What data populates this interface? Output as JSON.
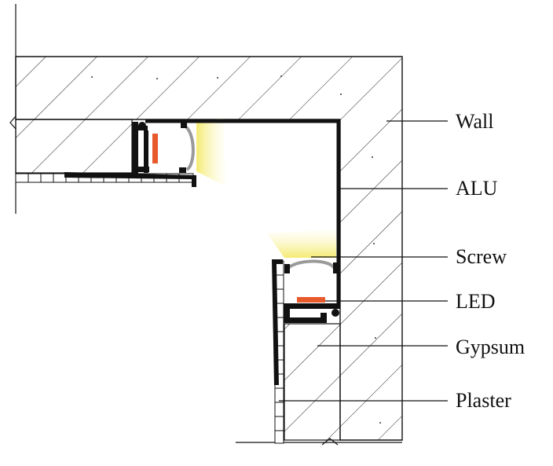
{
  "labels": {
    "wall": "Wall",
    "alu": "ALU",
    "screw": "Screw",
    "led": "LED",
    "gypsum": "Gypsum",
    "plaster": "Plaster"
  },
  "colors": {
    "line": "#111111",
    "hatch": "#222222",
    "led": "#e85a2c",
    "light": "#f7f08a",
    "diffuser": "#9a9a9a"
  }
}
